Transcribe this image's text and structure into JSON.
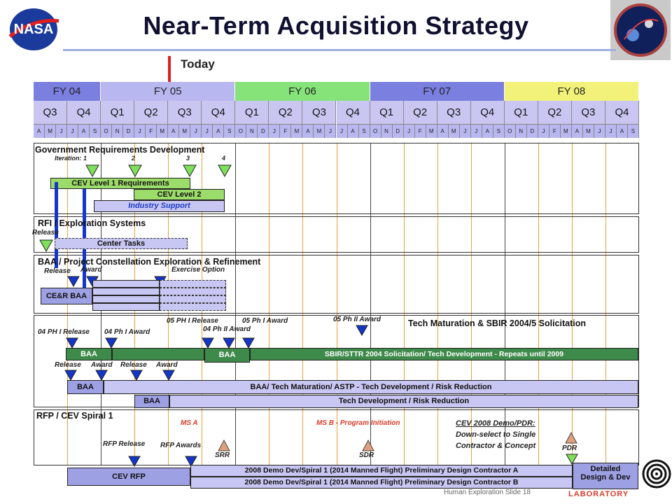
{
  "title": "Near-Term Acquisition Strategy",
  "today_label": "Today",
  "fiscal_years": [
    "FY 04",
    "FY 05",
    "FY 06",
    "FY 07",
    "FY 08"
  ],
  "quarters": [
    "Q3",
    "Q4",
    "Q1",
    "Q2",
    "Q3",
    "Q4",
    "Q1",
    "Q2",
    "Q3",
    "Q4",
    "Q1",
    "Q2",
    "Q3",
    "Q4",
    "Q1",
    "Q2",
    "Q3",
    "Q4"
  ],
  "months": [
    "A",
    "M",
    "J",
    "J",
    "A",
    "S",
    "O",
    "N",
    "D",
    "J",
    "F",
    "M",
    "A",
    "M",
    "J",
    "J",
    "A",
    "S",
    "O",
    "N",
    "D",
    "J",
    "F",
    "M",
    "A",
    "M",
    "J",
    "J",
    "A",
    "S",
    "O",
    "N",
    "D",
    "J",
    "F",
    "M",
    "A",
    "M",
    "J",
    "J",
    "A",
    "S",
    "O",
    "N",
    "D",
    "J",
    "F",
    "M",
    "A",
    "M",
    "J",
    "J",
    "A",
    "S"
  ],
  "colors": {
    "fy04": "#7b7fe0",
    "fy05": "#b9b7f0",
    "fy06": "#86e37a",
    "fy07": "#7b7fe0",
    "fy08": "#f2f27a",
    "quarter": "#c9c7f2",
    "months": "#b9b7f0",
    "accent_red": "#e02020",
    "milestone_blue": "#1436c8"
  },
  "panel_gov": {
    "title": "Government Requirements Development",
    "iteration_labels": [
      "Iteration: 1",
      "2",
      "3",
      "4"
    ],
    "bar_cev_l1": "CEV Level 1 Requirements",
    "bar_cev_l2": "CEV Level 2",
    "bar_industry": "Industry Support"
  },
  "panel_rfi": {
    "title": "RFI / Exploration Systems",
    "release": "Release",
    "bar_center": "Center Tasks"
  },
  "panel_baa": {
    "title": "BAA / Project Constellation Exploration & Refinement",
    "release": "Release",
    "award": "Award",
    "exercise": "Exercise Option",
    "bar_cer": "CE&R BAA"
  },
  "panel_tech": {
    "title": "Tech Maturation & SBIR 2004/5 Solicitation",
    "lbl_04_release": "04 PH I Release",
    "lbl_04_award": "04 Ph I Award",
    "lbl_05_release": "05 PH I Release",
    "lbl_04_ph2_award": "04 Ph II Award",
    "lbl_05_award": "05 Ph I Award",
    "lbl_05_ph2_award": "05 Ph II Award",
    "bar_baa1": "BAA",
    "bar_baa2": "BAA",
    "bar_sbir": "SBIR/STTR 2004 Solicitation/ Tech Development - Repeats until 2009",
    "row2_labels": [
      "Release",
      "Award",
      "Release",
      "Award"
    ],
    "bar_baa3": "BAA",
    "bar_baa_tech": "BAA/ Tech Maturation/ ASTP - Tech Development / Risk Reduction",
    "bar_baa4": "BAA",
    "bar_tech_dev": "Tech Development / Risk Reduction"
  },
  "panel_rfp": {
    "title": "RFP / CEV Spiral 1",
    "ms_a": "MS A",
    "ms_b": "MS B - Program Initiation",
    "cev_demo_line1": "CEV 2008 Demo/PDR:",
    "cev_demo_line2": "Down-select to Single",
    "cev_demo_line3": "Contractor & Concept",
    "rfp_release": "RFP Release",
    "rfp_awards": "RFP Awards",
    "srr": "SRR",
    "sdr": "SDR",
    "pdr": "PDR",
    "bar_cev_rfp": "CEV RFP",
    "bar_contractor_a": "2008 Demo Dev/Spiral 1 (2014 Manned Flight) Preliminary Design Contractor A",
    "bar_contractor_b": "2008 Demo Dev/Spiral 1 (2014 Manned Flight) Preliminary Design Contractor B",
    "detailed_line1": "Detailed",
    "detailed_line2": "Design & Dev"
  },
  "footer_text": "Human Exploration Slide 18",
  "footer_logo_text": "LABORATORY"
}
